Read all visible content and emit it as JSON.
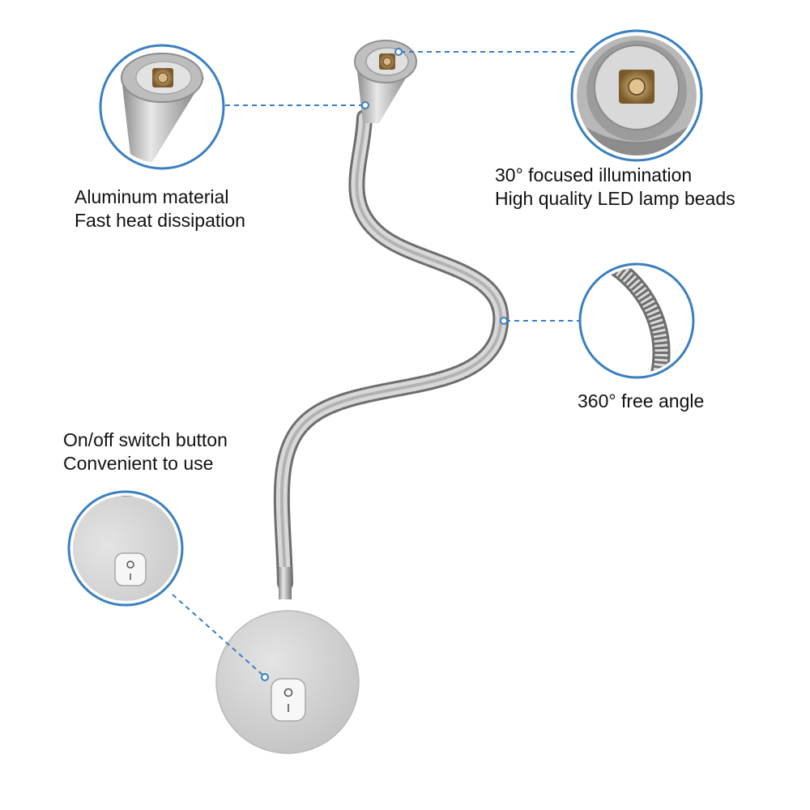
{
  "callouts": {
    "aluminum": {
      "line1": "Aluminum material",
      "line2": "Fast heat dissipation"
    },
    "led": {
      "line1": "30° focused illumination",
      "line2": "High quality LED lamp beads"
    },
    "angle": {
      "line1": "360° free angle"
    },
    "switch": {
      "line1": "On/off switch button",
      "line2": "Convenient to use"
    }
  },
  "icons": [
    "lamp-head-detail",
    "led-bead-detail",
    "gooseneck-detail",
    "switch-detail"
  ],
  "colors": {
    "background": "#ffffff",
    "accent_blue": "#3a7fc1",
    "aluminum": "#c9c9c9",
    "text": "#111111"
  }
}
